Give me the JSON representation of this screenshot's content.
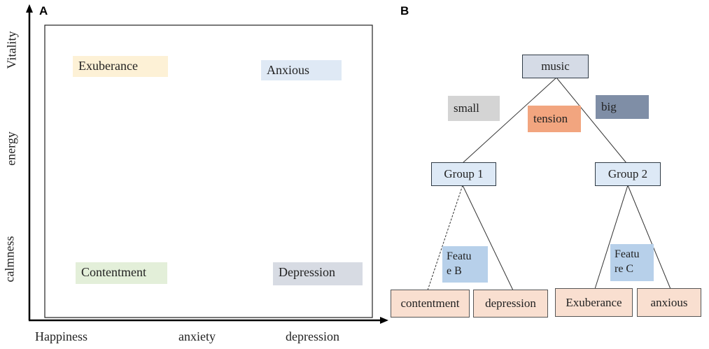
{
  "panel_a": {
    "letter": "A",
    "y_axis_labels": {
      "top": "Vitality",
      "middle": "energy",
      "bottom": "calmness"
    },
    "x_axis_labels": {
      "left": "Happiness",
      "middle": "anxiety",
      "right": "depression"
    },
    "quadrants": {
      "top_left": {
        "label": "Exuberance",
        "color": "#fdf1d6"
      },
      "top_right": {
        "label": "Anxious",
        "color": "#dfe9f5"
      },
      "bottom_left": {
        "label": "Contentment",
        "color": "#e3efd9"
      },
      "bottom_right": {
        "label": "Depression",
        "color": "#d7dbe3"
      }
    }
  },
  "panel_b": {
    "letter": "B",
    "root": {
      "label": "music",
      "color": "#d5dbe6"
    },
    "branch_tags": {
      "small": {
        "label": "small",
        "color": "#d4d4d4"
      },
      "tension": {
        "label": "tension",
        "color": "#f2a57f"
      },
      "big": {
        "label": "big",
        "color": "#7f8ea6"
      }
    },
    "groups": [
      {
        "label": "Group 1",
        "color": "#dde9f6"
      },
      {
        "label": "Group 2",
        "color": "#dde9f6"
      }
    ],
    "features": [
      {
        "line1": "Featu",
        "line2": "e B"
      },
      {
        "line1": "Featu",
        "line2": "re C"
      }
    ],
    "leaves": [
      "contentment",
      "depression",
      "Exuberance",
      "anxious"
    ],
    "leaf_color": "#f9dfd0"
  }
}
